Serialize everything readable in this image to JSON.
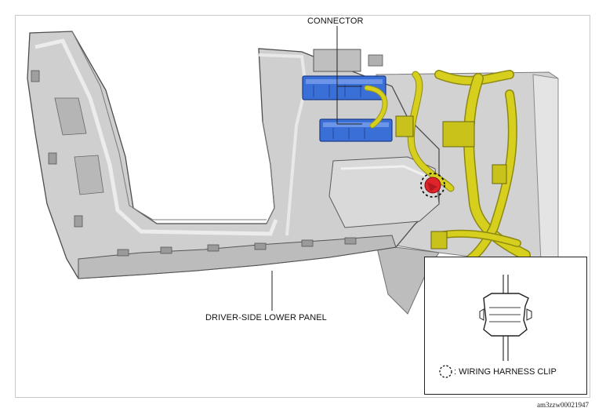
{
  "labels": {
    "connector": "CONNECTOR",
    "lower_panel": "DRIVER-SIDE LOWER PANEL"
  },
  "legend": {
    "clip_text": ": WIRING HARNESS CLIP",
    "symbol": "dashed-circle"
  },
  "figure_id": "am3zzw00021947",
  "colors": {
    "panel": "#c9c9c9",
    "connector": "#3a6fd8",
    "harness": "#d6cf1e",
    "clip": "#e0232a"
  }
}
